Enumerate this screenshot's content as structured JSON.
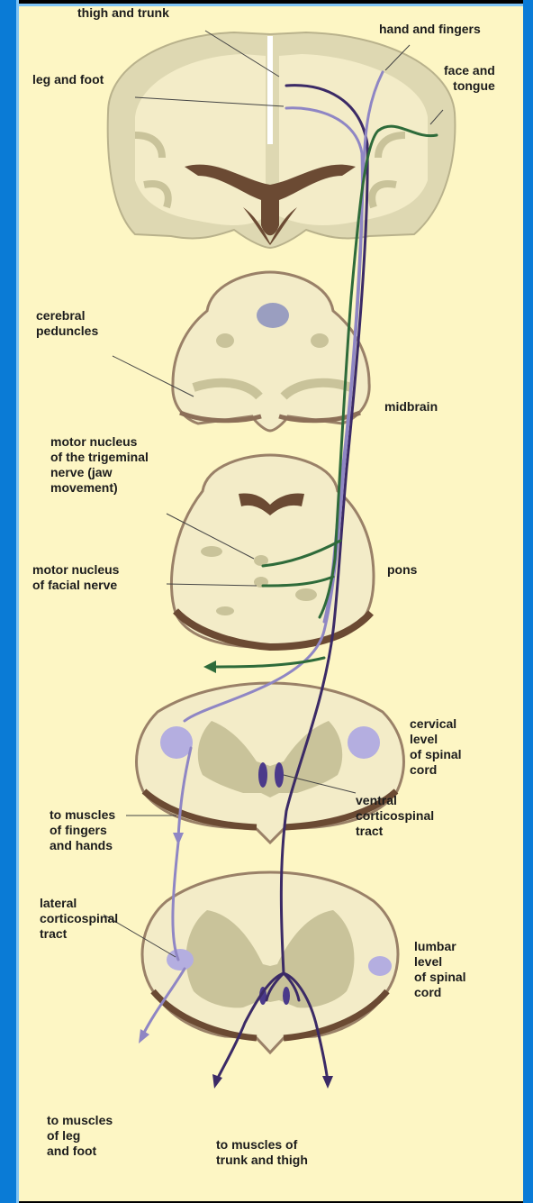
{
  "labels": {
    "thigh_trunk": "thigh and trunk",
    "hand_fingers": "hand and fingers",
    "leg_foot": "leg and foot",
    "face_tongue": "face and\ntongue",
    "cerebral_peduncles": "cerebral\npeduncles",
    "midbrain": "midbrain",
    "motor_trigeminal": "motor nucleus\nof the trigeminal\nnerve (jaw\nmovement)",
    "motor_facial": "motor nucleus\nof facial nerve",
    "pons": "pons",
    "cervical": "cervical\nlevel\nof spinal\ncord",
    "muscles_fingers": "to muscles\nof fingers\nand hands",
    "ventral_tract": "ventral\ncorticospinal\ntract",
    "lateral_tract": "lateral\ncorticospinal\ntract",
    "lumbar": "lumbar\nlevel\nof spinal\ncord",
    "muscles_leg": "to muscles\nof leg\nand foot",
    "muscles_trunk": "to muscles of\ntrunk and thigh"
  },
  "colors": {
    "background": "#fdf6c4",
    "frame_blue": "#0a7bd6",
    "white_matter": "#f5ecc6",
    "gray_matter": "#c9c39a",
    "tissue_edge": "#9a8168",
    "ventricle": "#6b4a33",
    "dark_tract": "#3b2a66",
    "light_tract": "#8f86c4",
    "green_tract": "#2e6b3a",
    "tract_region": "#b4aee0"
  }
}
